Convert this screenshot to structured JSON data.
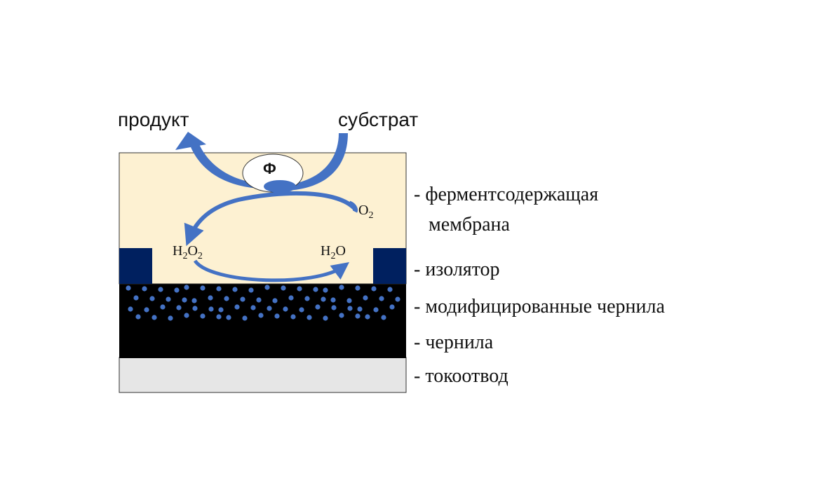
{
  "labels": {
    "product": "продукт",
    "substrate": "субстрат",
    "enzyme": "Ф",
    "o2": {
      "main": "O",
      "sub": "2"
    },
    "h2o2": {
      "p1": "H",
      "s1": "2",
      "p2": "O",
      "s2": "2"
    },
    "h2o": {
      "p1": "H",
      "s1": "2",
      "p2": "O"
    }
  },
  "legend": {
    "membrane_line1": "- ферментсодержащая",
    "membrane_line2": "мембрана",
    "insulator": "- изолятор",
    "modified_ink": "- модифицированные чернила",
    "ink": "- чернила",
    "collector": "- токоотвод"
  },
  "colors": {
    "membrane": "#fdf1d2",
    "insulator": "#00205f",
    "ink": "#000000",
    "particles": "#4472c4",
    "collector": "#e6e6e6",
    "arrow": "#4472c4"
  }
}
